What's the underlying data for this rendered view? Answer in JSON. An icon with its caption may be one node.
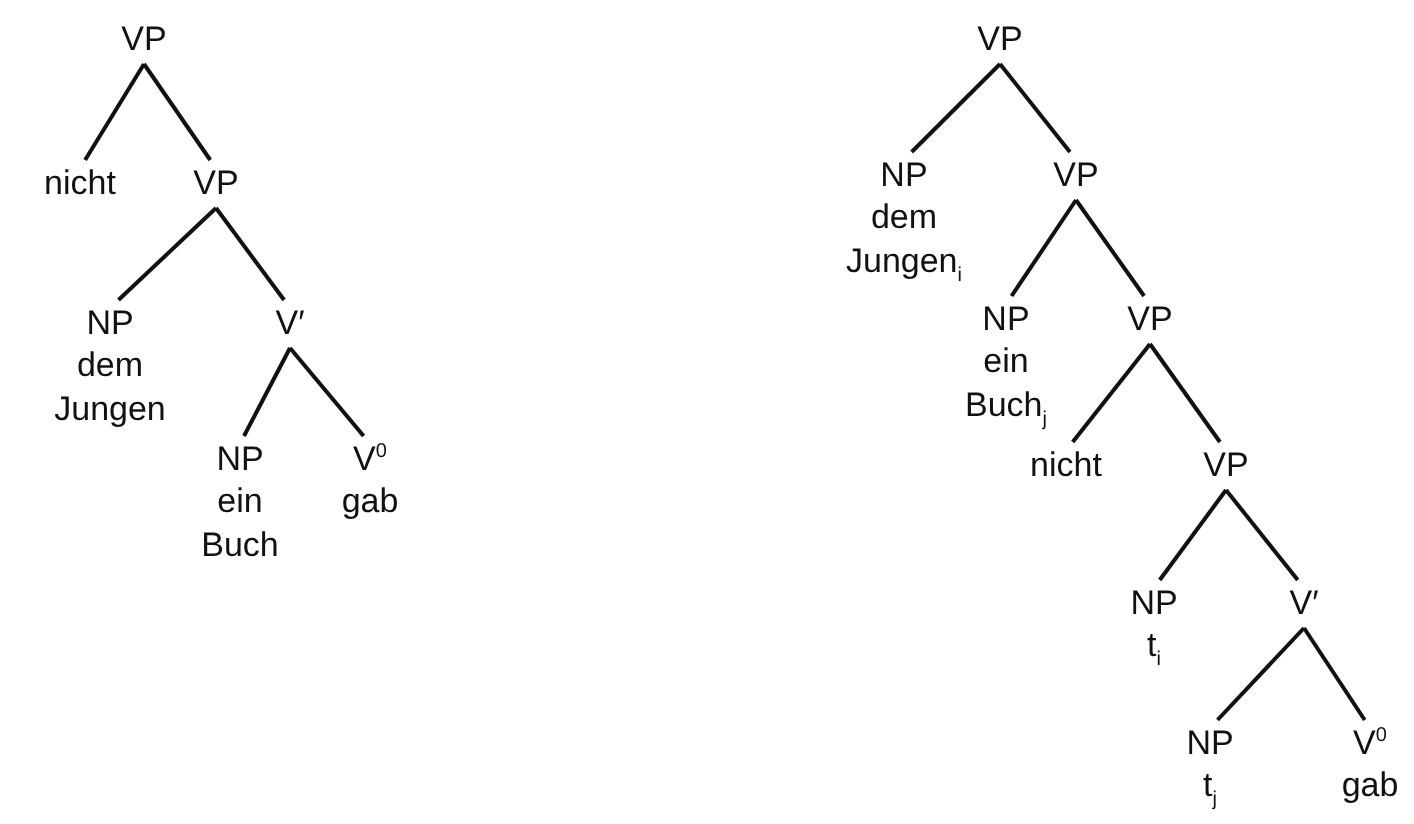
{
  "diagram": {
    "nodes": [
      {
        "text": [
          "VP"
        ]
      },
      {
        "text": [
          "nicht"
        ]
      },
      {
        "text": [
          "VP"
        ]
      },
      {
        "text": [
          "NP",
          "dem Jungen"
        ]
      },
      {
        "text": [
          "V′"
        ]
      },
      {
        "text": [
          "NP",
          "ein Buch"
        ]
      },
      {
        "text": [
          "V$^{0}$",
          "gab"
        ]
      },
      {
        "text": [
          "VP"
        ]
      },
      {
        "text": [
          "NP",
          "dem Jungen$_{i}$"
        ]
      },
      {
        "text": [
          "VP"
        ]
      },
      {
        "text": [
          "NP",
          "ein Buch$_{j}$"
        ]
      },
      {
        "text": [
          "VP"
        ]
      },
      {
        "text": [
          "nicht"
        ]
      },
      {
        "text": [
          "VP"
        ]
      },
      {
        "text": [
          "NP",
          "t$_{i}$"
        ]
      },
      {
        "text": [
          "V′"
        ]
      },
      {
        "text": [
          "NP",
          "t$_{j}$"
        ]
      },
      {
        "text": [
          "V$^{0}$",
          "gab"
        ]
      }
    ],
    "edges": [
      {
        "from": 0,
        "to": 1,
        "arrow": "none"
      },
      {
        "from": 0,
        "to": 2,
        "arrow": "none"
      },
      {
        "from": 2,
        "to": 3,
        "arrow": "none"
      },
      {
        "from": 2,
        "to": 4,
        "arrow": "none"
      },
      {
        "from": 4,
        "to": 5,
        "arrow": "none"
      },
      {
        "from": 4,
        "to": 6,
        "arrow": "none"
      },
      {
        "from": 7,
        "to": 8,
        "arrow": "none"
      },
      {
        "from": 7,
        "to": 9,
        "arrow": "none"
      },
      {
        "from": 9,
        "to": 10,
        "arrow": "none"
      },
      {
        "from": 9,
        "to": 11,
        "arrow": "none"
      },
      {
        "from": 11,
        "to": 12,
        "arrow": "none"
      },
      {
        "from": 11,
        "to": 13,
        "arrow": "none"
      },
      {
        "from": 13,
        "to": 14,
        "arrow": "none"
      },
      {
        "from": 13,
        "to": 15,
        "arrow": "none"
      },
      {
        "from": 15,
        "to": 16,
        "arrow": "none"
      },
      {
        "from": 15,
        "to": 17,
        "arrow": "none"
      }
    ]
  }
}
